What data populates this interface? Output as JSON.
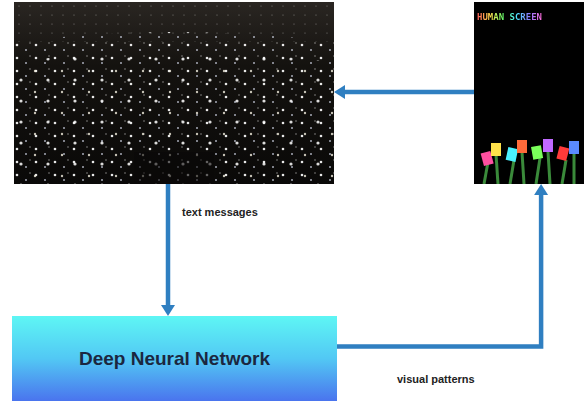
{
  "diagram": {
    "nodes": [
      {
        "text": []
      },
      {
        "text": [
          "HUMAN SCREEN"
        ]
      },
      {
        "text": [
          "Deep Neural Network"
        ]
      }
    ],
    "edges": [
      {
        "from": 0,
        "to": 2,
        "label": "text messages",
        "arrow": "to"
      },
      {
        "from": 2,
        "to": 1,
        "label": "visual patterns",
        "arrow": "to"
      },
      {
        "from": 1,
        "to": 0,
        "arrow": "to"
      }
    ]
  }
}
